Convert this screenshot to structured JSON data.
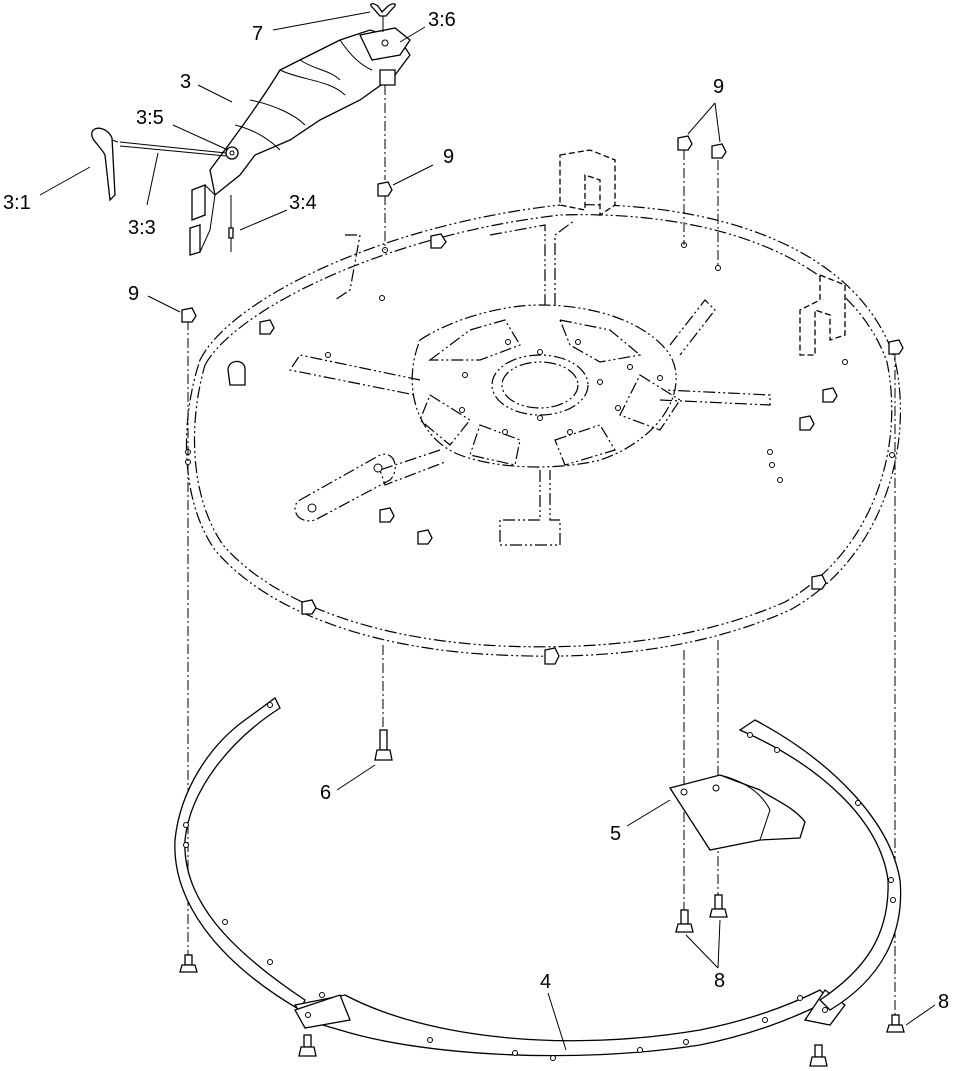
{
  "callouts": {
    "c7": "7",
    "c3_6": "3:6",
    "c3": "3",
    "c3_5": "3:5",
    "c3_1": "3:1",
    "c3_3": "3:3",
    "c3_4": "3:4",
    "c9_top_a": "9",
    "c9_top_b": "9",
    "c9_left": "9",
    "c6": "6",
    "c5": "5",
    "c4": "4",
    "c8_mid": "8",
    "c8_right": "8"
  }
}
